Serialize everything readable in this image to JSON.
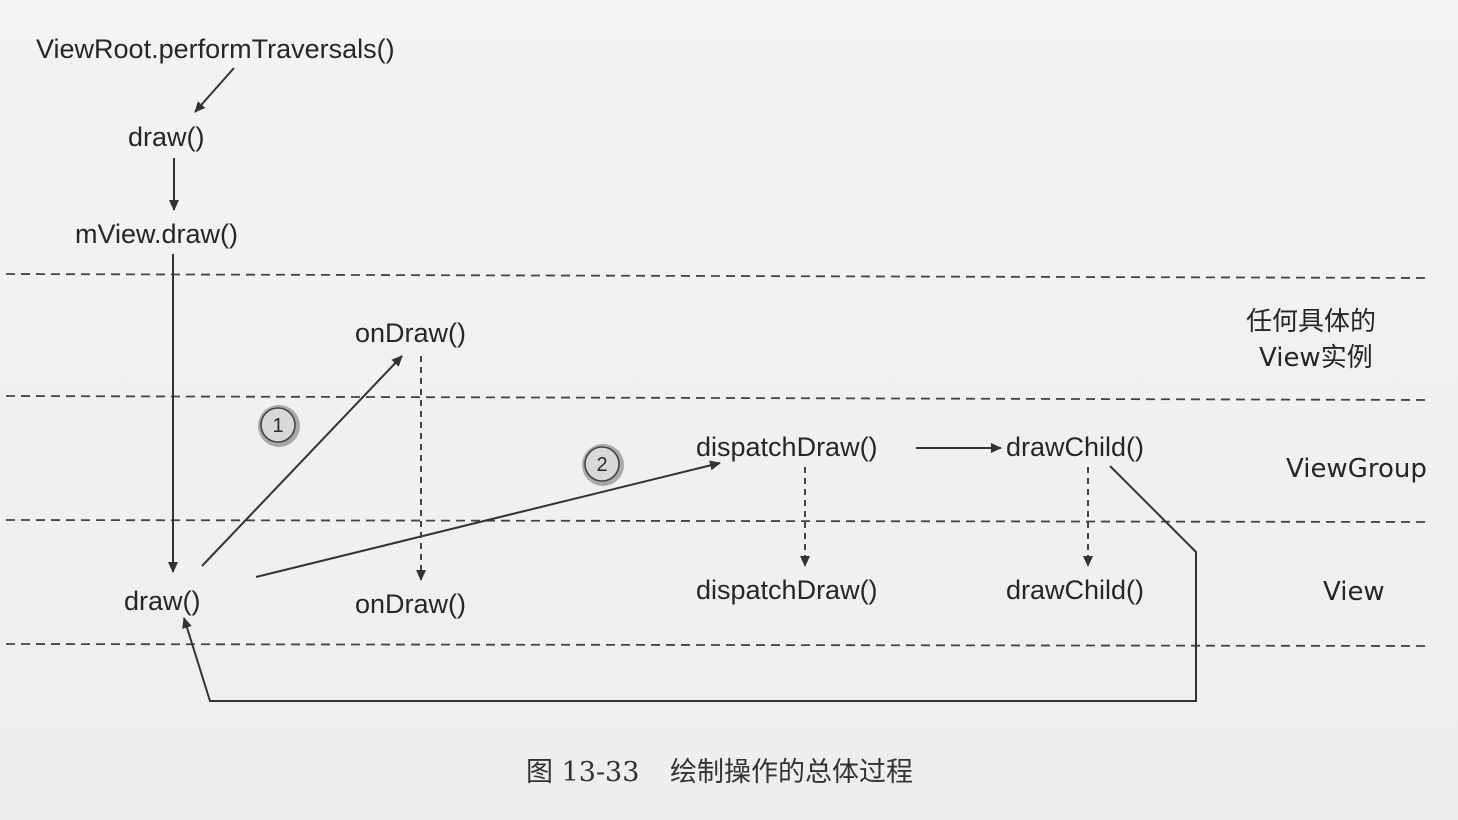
{
  "nodes": {
    "perform_traversals": "ViewRoot.performTraversals()",
    "root_draw": "draw()",
    "mview_draw": "mView.draw()",
    "instance_ondraw": "onDraw()",
    "viewgroup_dispatchdraw": "dispatchDraw()",
    "viewgroup_drawchild": "drawChild()",
    "view_draw": "draw()",
    "view_ondraw": "onDraw()",
    "view_dispatchdraw": "dispatchDraw()",
    "view_drawchild": "drawChild()"
  },
  "layers": {
    "instance_line1": "任何具体的",
    "instance_line2": "View实例",
    "viewgroup": "ViewGroup",
    "view": "View"
  },
  "steps": {
    "step1": "1",
    "step2": "2"
  },
  "caption": {
    "figure_number": "图 13-33",
    "figure_title": "绘制操作的总体过程"
  }
}
